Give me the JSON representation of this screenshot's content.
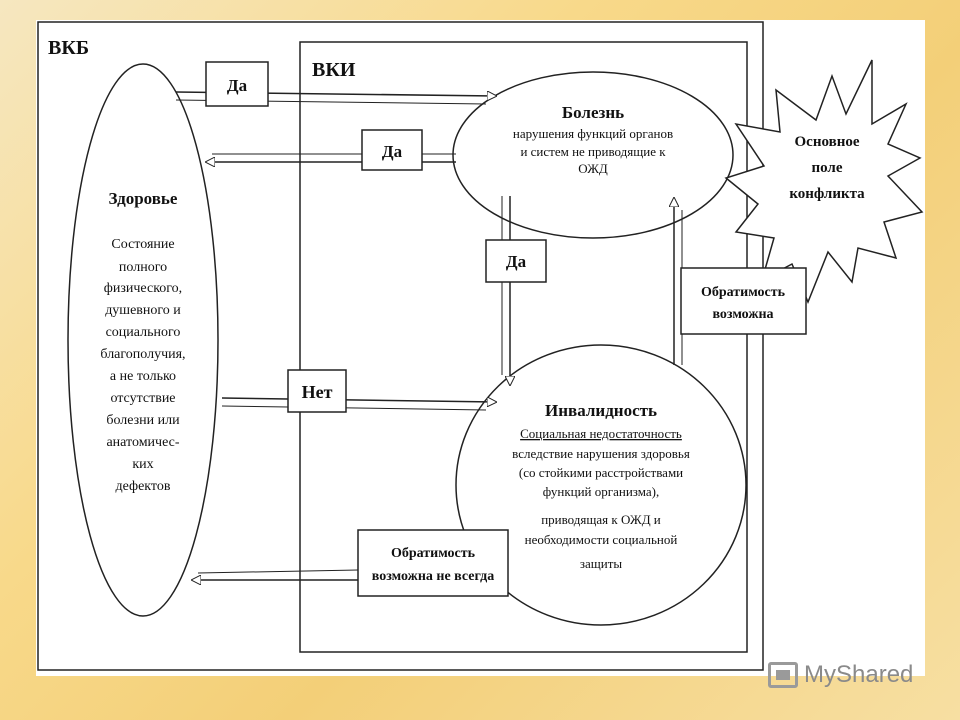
{
  "labels": {
    "vkb": "ВКБ",
    "vki": "ВКИ",
    "yes_top": "Да",
    "yes_middle": "Да",
    "yes_down": "Да",
    "no": "Нет",
    "health_title": "Здоровье",
    "health_desc": [
      "Состояние",
      "полного",
      "физического,",
      "душевного и",
      "социального",
      "благополучия,",
      "а не только",
      "отсутствие",
      "болезни или",
      "анатомичес-",
      "ких",
      "дефектов"
    ],
    "disease_title": "Болезнь",
    "disease_desc": [
      "нарушения функций органов",
      "и систем не приводящие к",
      "ОЖД"
    ],
    "disability_title": "Инвалидность",
    "disability_subtitle": "Социальная недостаточность",
    "disability_desc": [
      "вследствие нарушения здоровья",
      "(со стойкими расстройствами",
      "функций организма),",
      "приводящая к ОЖД и",
      "необходимости социальной",
      "защиты"
    ],
    "reversible_possible": [
      "Обратимость",
      "возможна"
    ],
    "reversible_not_always": [
      "Обратимость",
      "возможна не всегда"
    ],
    "conflict": [
      "Основное",
      "поле",
      "конфликта"
    ]
  },
  "watermark": "MyShared"
}
